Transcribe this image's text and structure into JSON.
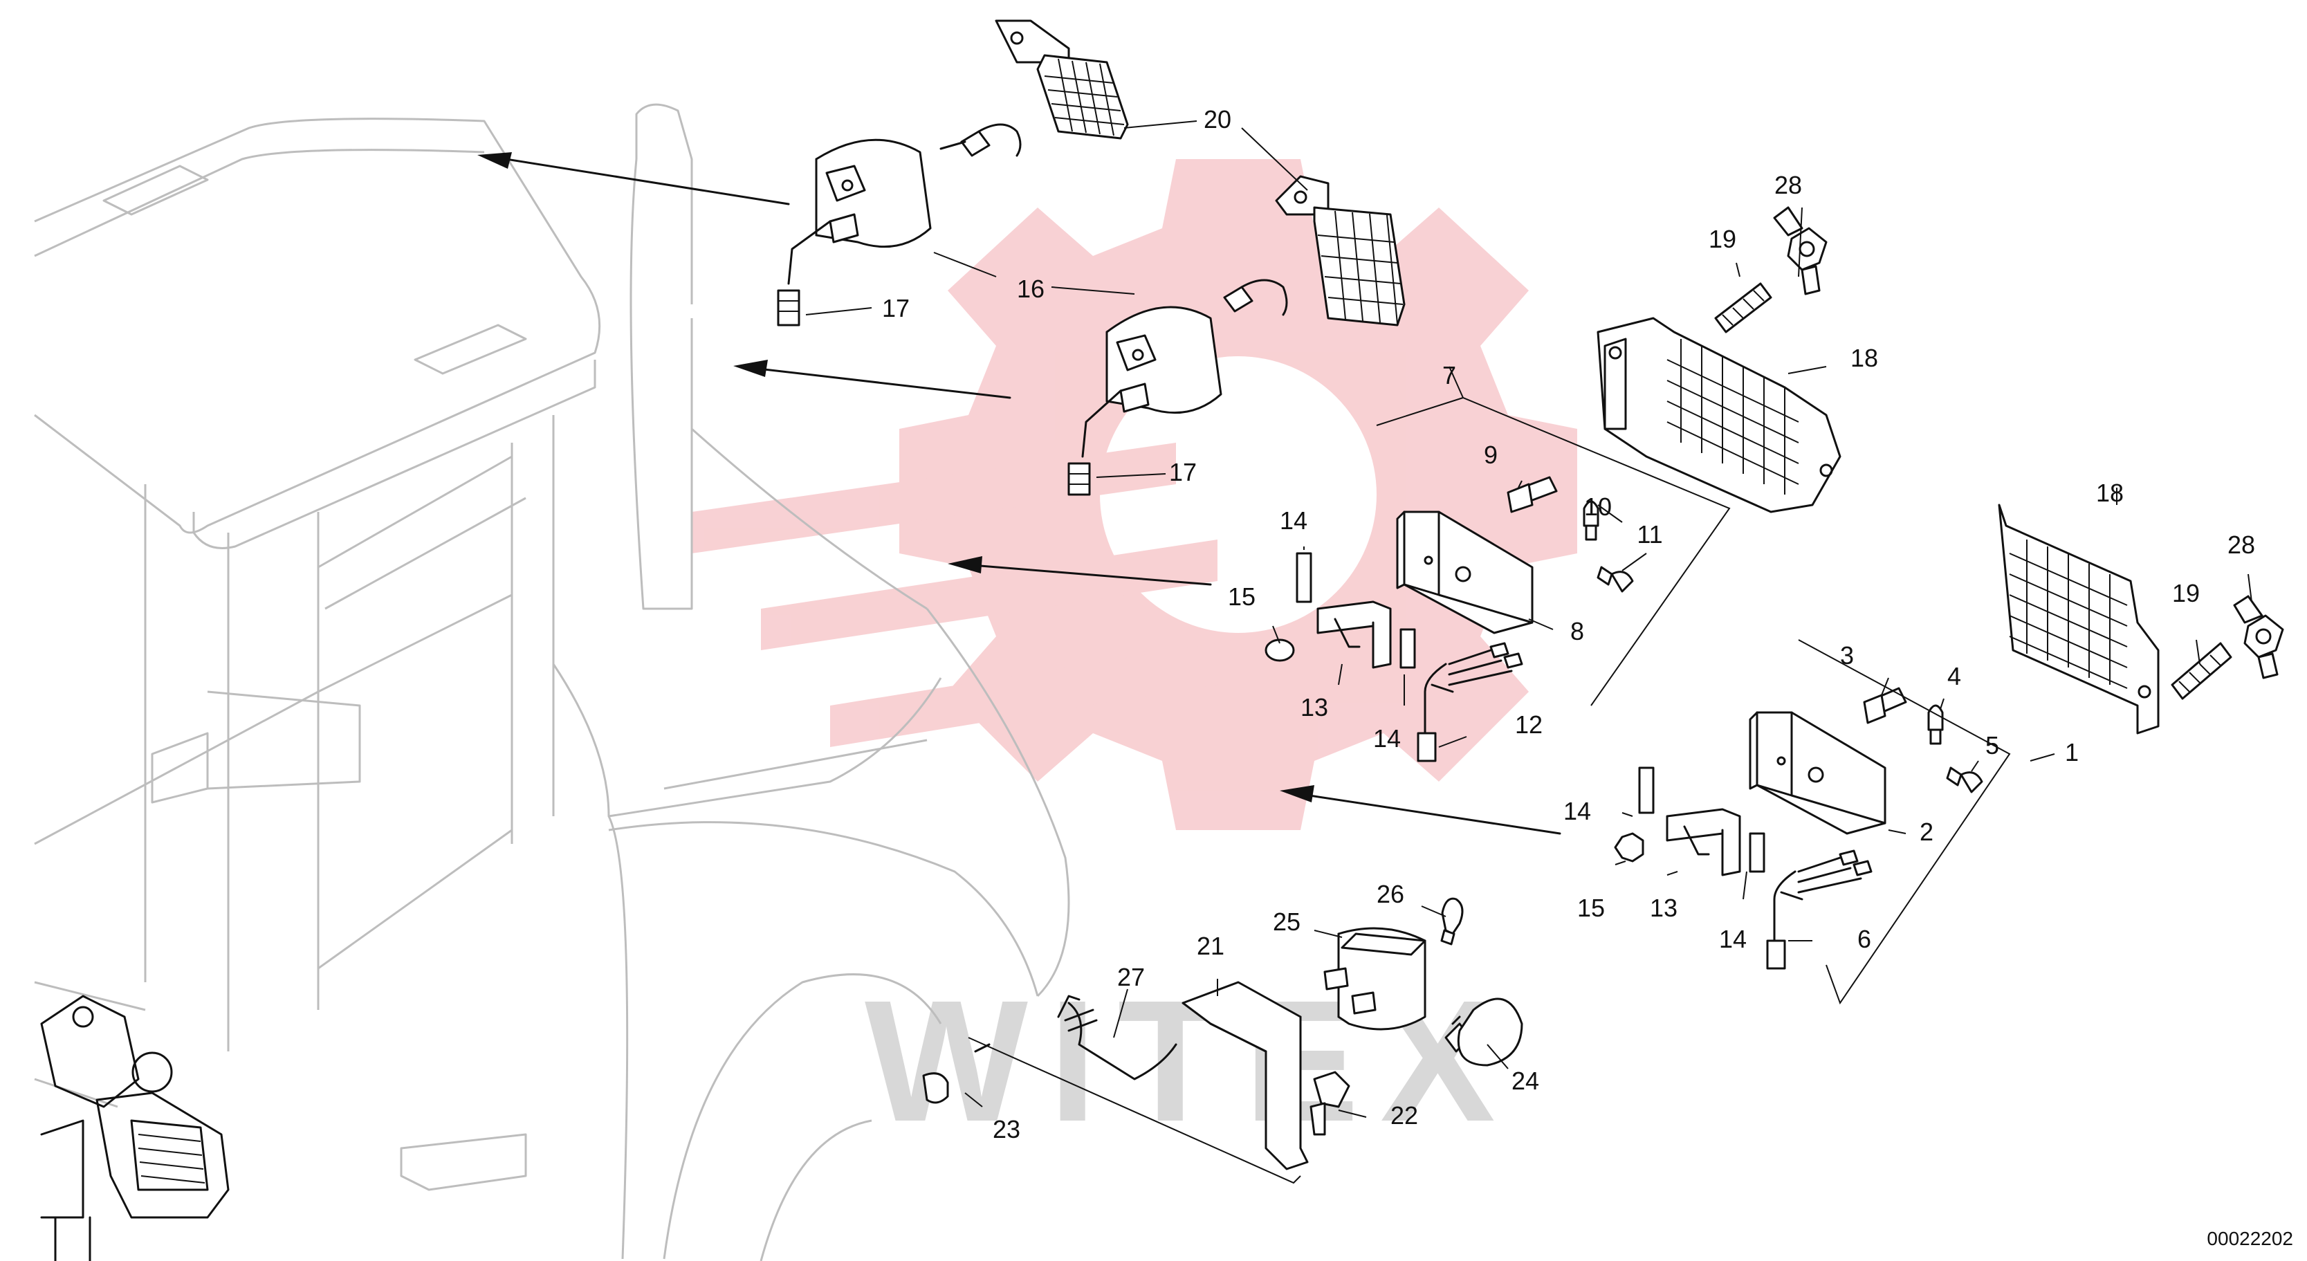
{
  "diagram_code": "00022202",
  "watermark_text": "WITEX",
  "colors": {
    "line": "#111111",
    "cab": "#bdbdbd",
    "watermark_red": "#f7c9cc",
    "watermark_gray": "#d8d8d8"
  },
  "callouts": [
    {
      "text": "20"
    },
    {
      "text": "16"
    },
    {
      "text": "17"
    },
    {
      "text": "17"
    },
    {
      "text": "28"
    },
    {
      "text": "19"
    },
    {
      "text": "18"
    },
    {
      "text": "7"
    },
    {
      "text": "9"
    },
    {
      "text": "10"
    },
    {
      "text": "11"
    },
    {
      "text": "14"
    },
    {
      "text": "15"
    },
    {
      "text": "8"
    },
    {
      "text": "13"
    },
    {
      "text": "14"
    },
    {
      "text": "12"
    },
    {
      "text": "18"
    },
    {
      "text": "28"
    },
    {
      "text": "19"
    },
    {
      "text": "3"
    },
    {
      "text": "4"
    },
    {
      "text": "5"
    },
    {
      "text": "1"
    },
    {
      "text": "14"
    },
    {
      "text": "2"
    },
    {
      "text": "15"
    },
    {
      "text": "13"
    },
    {
      "text": "14"
    },
    {
      "text": "6"
    },
    {
      "text": "26"
    },
    {
      "text": "25"
    },
    {
      "text": "21"
    },
    {
      "text": "27"
    },
    {
      "text": "24"
    },
    {
      "text": "22"
    },
    {
      "text": "23"
    }
  ]
}
